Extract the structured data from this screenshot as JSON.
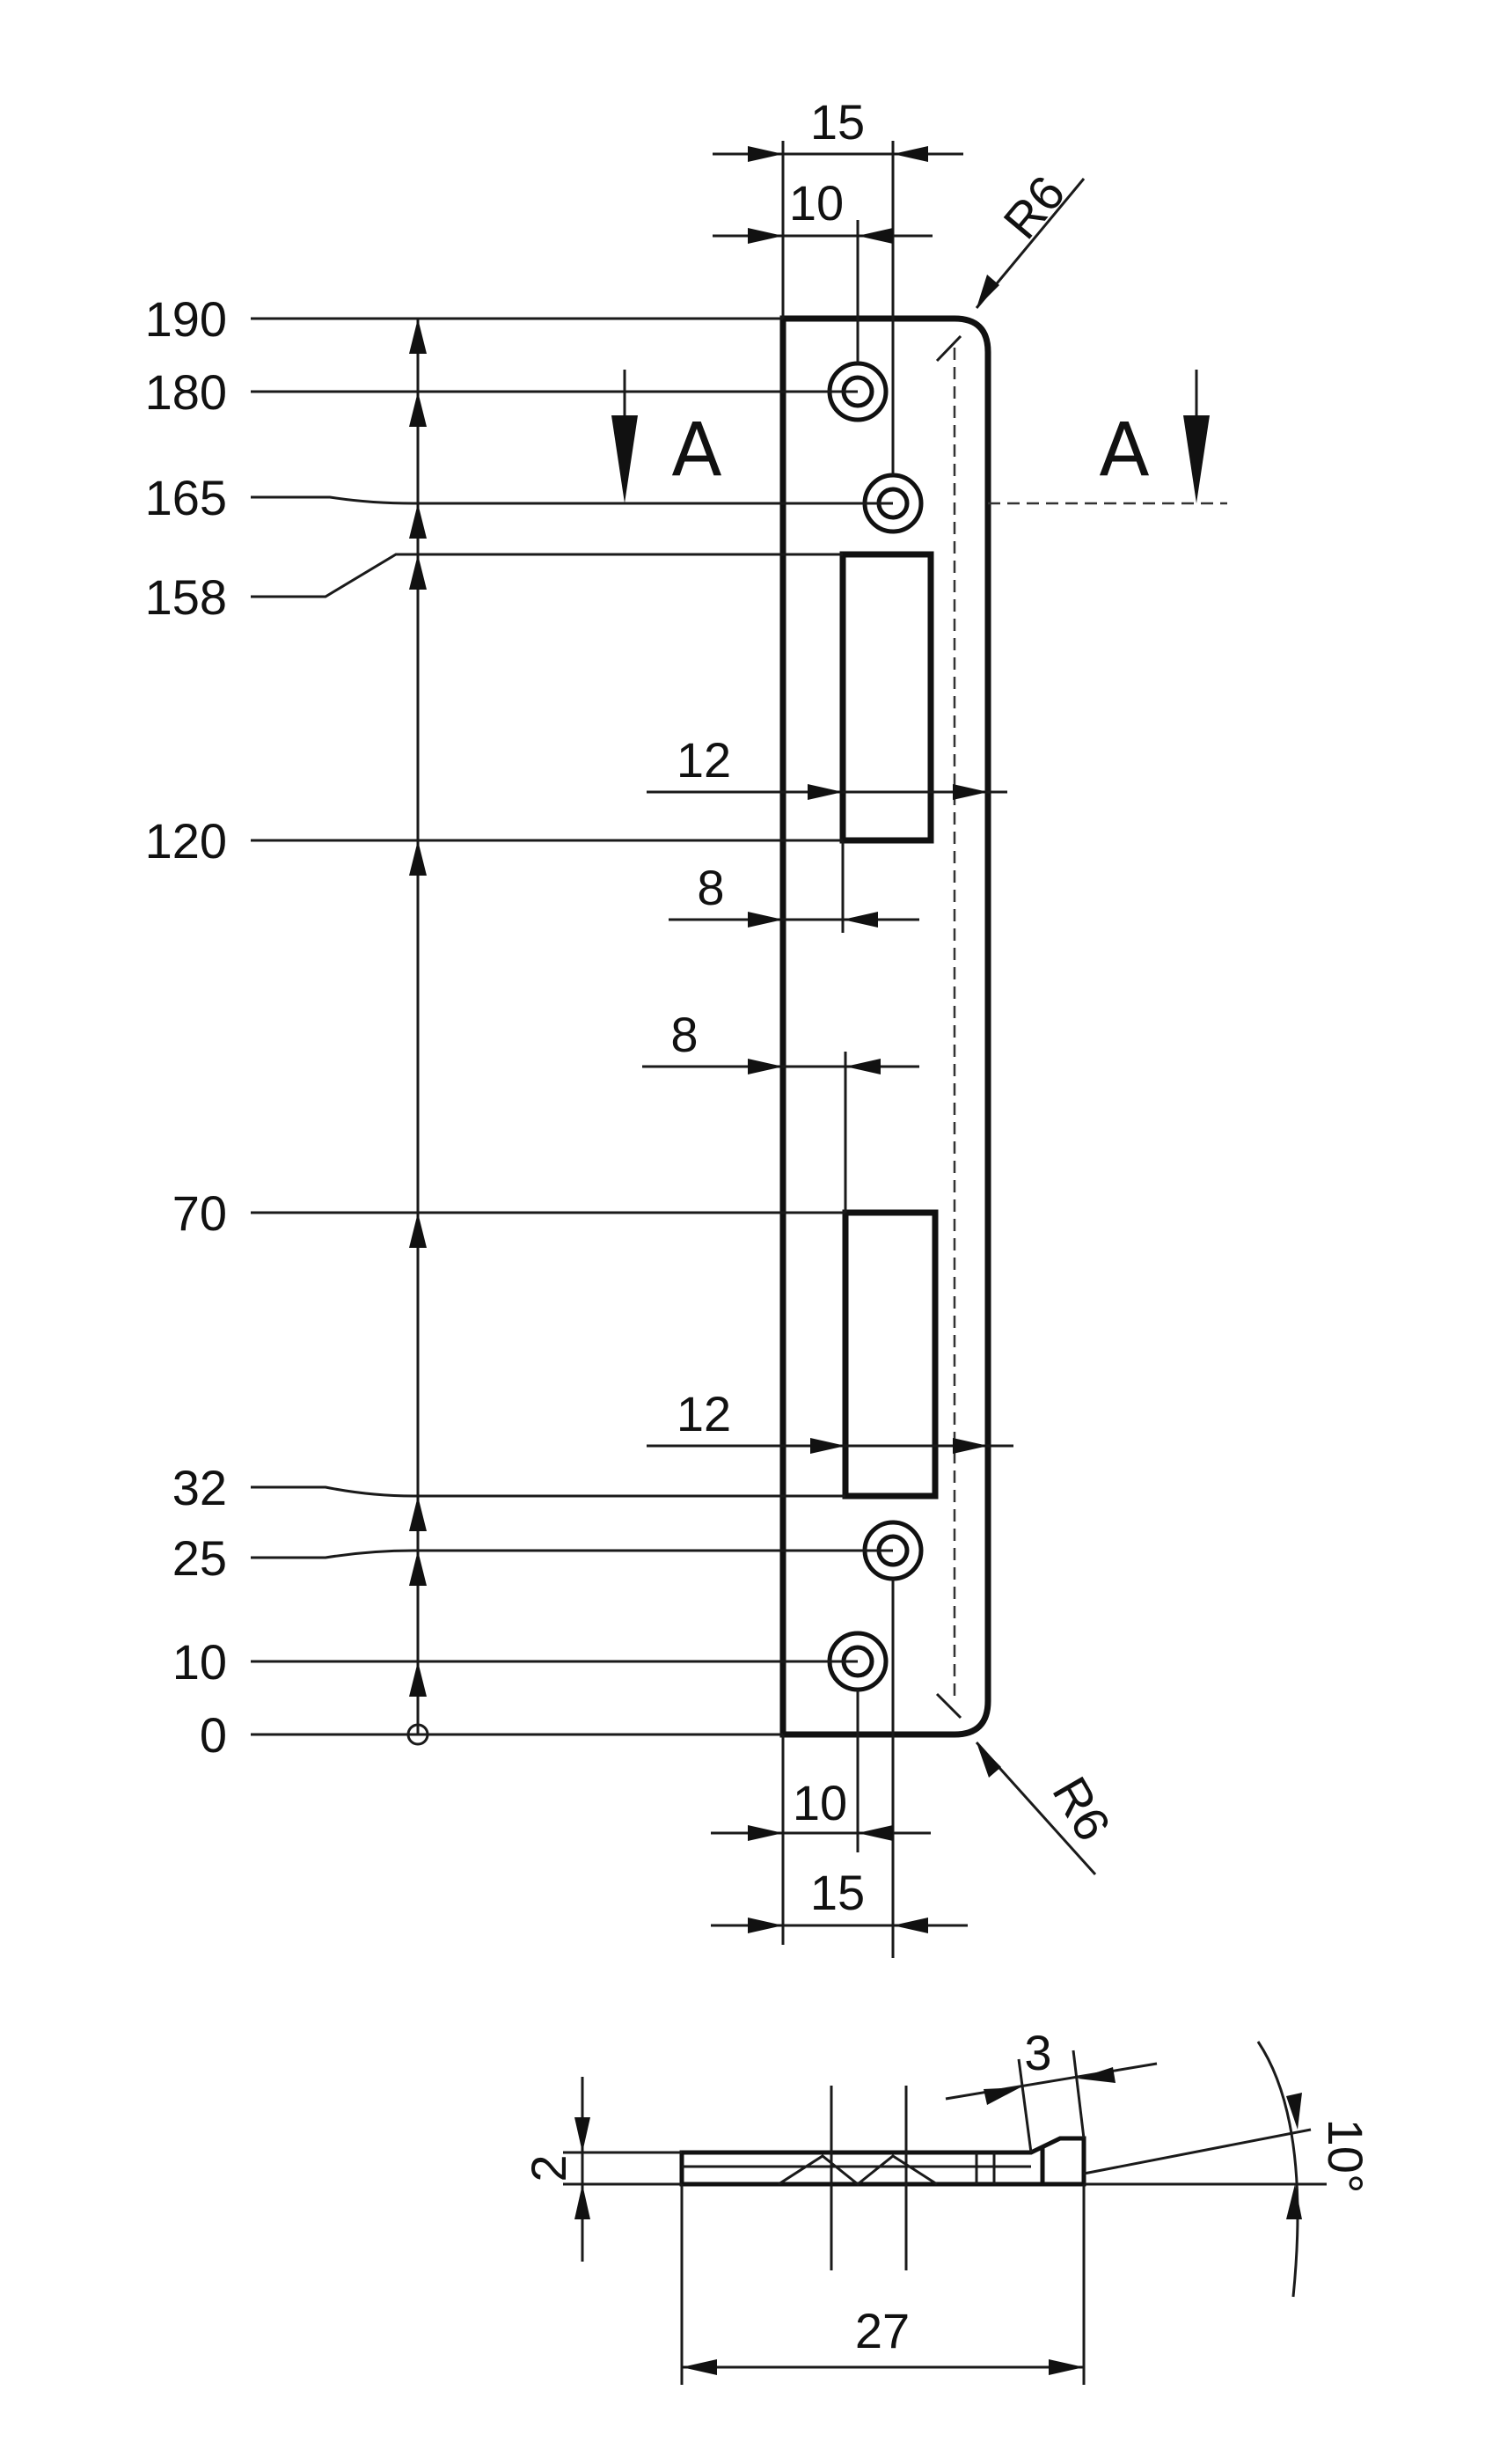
{
  "vertical_dimension_labels": [
    "190",
    "180",
    "165",
    "158",
    "120",
    "70",
    "32",
    "25",
    "10",
    "0"
  ],
  "top_width_labels": {
    "outer": "15",
    "inner": "10"
  },
  "bottom_width_labels": {
    "inner": "10",
    "outer": "15"
  },
  "radius_labels": {
    "top": "R6",
    "bottom": "R6"
  },
  "slot_labels": {
    "upper_width": "12",
    "upper_offset": "8",
    "lower_offset": "8",
    "lower_width": "12"
  },
  "section_marker": {
    "left": "A",
    "right": "A"
  },
  "section_view_labels": {
    "thickness": "2",
    "bevel": "3",
    "angle": "10°",
    "width": "27"
  }
}
